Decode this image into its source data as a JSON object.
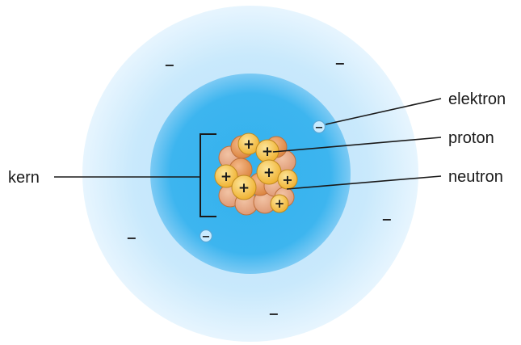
{
  "labels": {
    "electron": "elektron",
    "proton": "proton",
    "neutron": "neutron",
    "nucleus": "kern"
  },
  "symbols": {
    "electron_sign": "−",
    "proton_sign": "+"
  },
  "colors": {
    "outer_shell": "#cfe9fb",
    "inner_shell": "#3fb6ef",
    "proton": "#f6c64a",
    "neutron": "#e79a55",
    "electron": "#c7eaff",
    "leader_line": "#222222"
  }
}
